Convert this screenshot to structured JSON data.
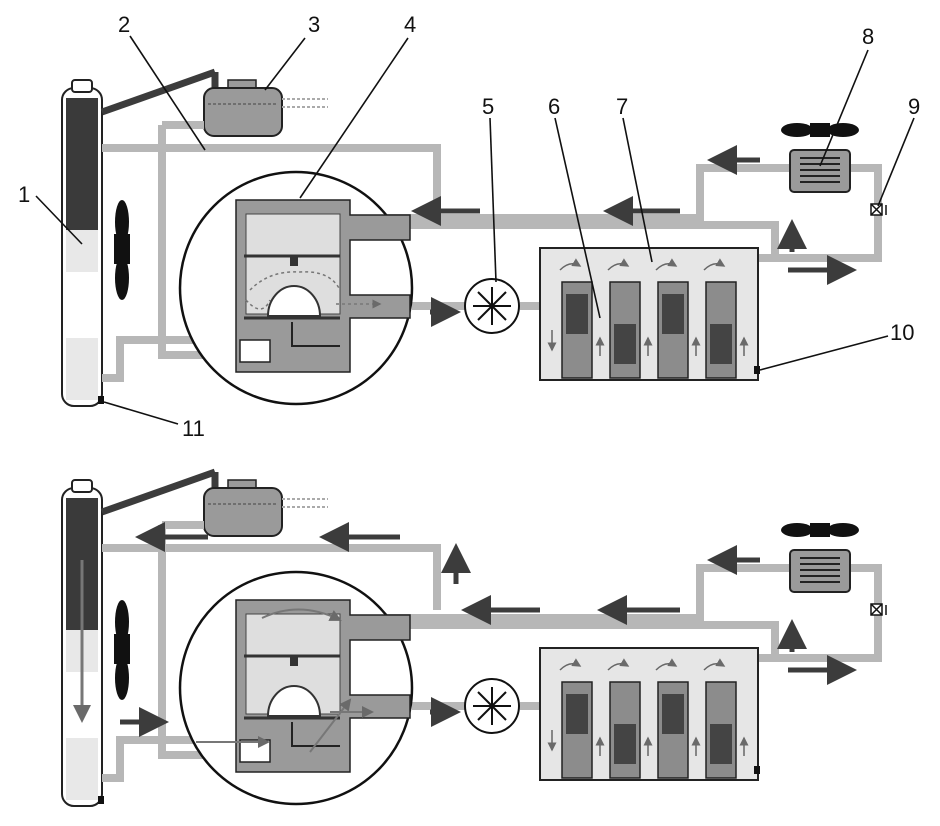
{
  "callouts": [
    {
      "id": "c1",
      "label": "1"
    },
    {
      "id": "c2",
      "label": "2"
    },
    {
      "id": "c3",
      "label": "3"
    },
    {
      "id": "c4",
      "label": "4"
    },
    {
      "id": "c5",
      "label": "5"
    },
    {
      "id": "c6",
      "label": "6"
    },
    {
      "id": "c7",
      "label": "7"
    },
    {
      "id": "c8",
      "label": "8"
    },
    {
      "id": "c9",
      "label": "9"
    },
    {
      "id": "c10",
      "label": "10"
    },
    {
      "id": "c11",
      "label": "11"
    }
  ],
  "colors": {
    "pipe": "#b7b7b7",
    "arrow": "#3c3c3c",
    "housing": "#9a9a9a",
    "block": "#e6e6e6",
    "radiator_core": "#3a3a3a"
  },
  "panels": [
    {
      "name": "top-panel",
      "state": "upper diagram"
    },
    {
      "name": "bottom-panel",
      "state": "lower diagram"
    }
  ]
}
